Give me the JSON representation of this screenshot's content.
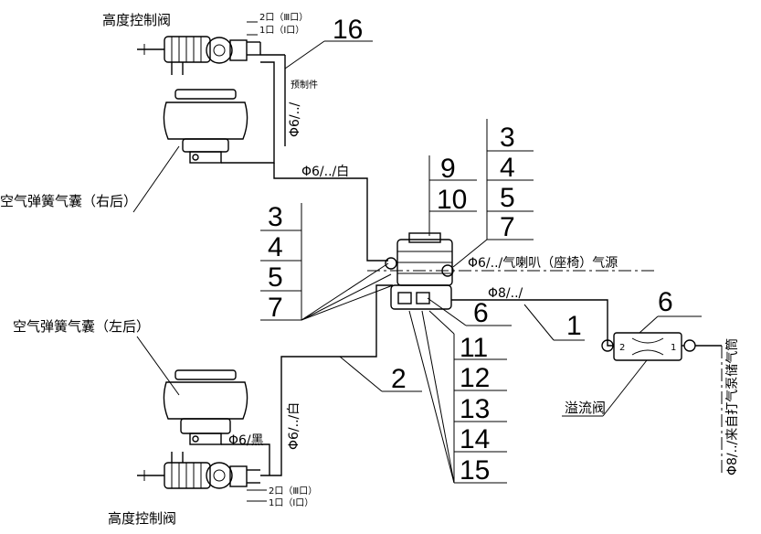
{
  "labels": {
    "height_valve_top": "高度控制阀",
    "height_valve_bottom": "高度控制阀",
    "airbag_right_rear": "空气弹簧气囊（右后）",
    "airbag_left_rear": "空气弹簧气囊（左后）",
    "overflow_valve": "溢流阀",
    "port2_top": "2口（Ⅲ口）",
    "port1_top": "1口（Ⅰ口）",
    "port2_bottom": "2口（Ⅲ口）",
    "port1_bottom": "1口（Ⅰ口）",
    "pipe_upper_small": "预制件",
    "pipe_vert_top": "Φ6/../",
    "pipe_white_top": "Φ6/../白",
    "pipe_horn": "Φ6/../气喇叭（座椅）气源",
    "pipe_phi8": "Φ8/../",
    "pipe_vert_bottom": "Φ6/../白",
    "pipe_black": "Φ6/黑",
    "pipe_source": "Φ8/../来自打气泵储气筒",
    "overflow_port2": "2",
    "overflow_port1": "1"
  },
  "callouts": {
    "n16": "16",
    "n9": "9",
    "n10": "10",
    "r3": "3",
    "r4": "4",
    "r5": "5",
    "r7": "7",
    "l3": "3",
    "l4": "4",
    "l5": "5",
    "l7": "7",
    "n6_mid": "6",
    "n6_right": "6",
    "n1": "1",
    "n2": "2",
    "b11": "11",
    "b12": "12",
    "b13": "13",
    "b14": "14",
    "b15": "15"
  }
}
